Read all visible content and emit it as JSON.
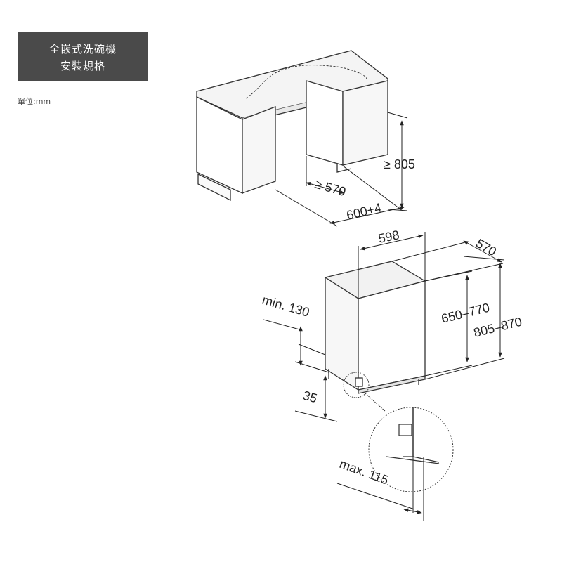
{
  "header": {
    "title_line1": "全嵌式洗碗機",
    "title_line2": "安裝規格"
  },
  "unit_label": "單位:mm",
  "dimensions": {
    "niche_height": "≥ 805",
    "niche_depth": "≥ 570",
    "niche_width": "600+4",
    "appliance_width": "598",
    "appliance_depth": "570",
    "height_range_1": "650–770",
    "height_range_2": "805–870",
    "plinth_min": "min. 130",
    "foot_height": "35",
    "door_overhang": "max. 115"
  }
}
